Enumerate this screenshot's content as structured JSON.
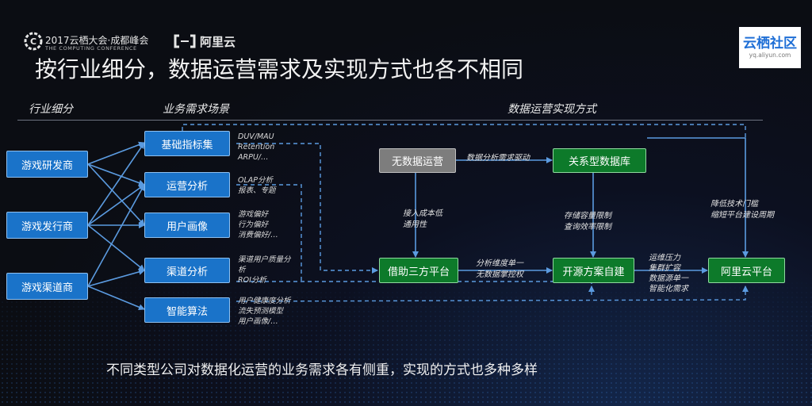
{
  "header": {
    "event_title": "2017云栖大会·成都峰会",
    "event_subtitle": "THE COMPUTING CONFERENCE",
    "brand": "阿里云",
    "badge_main": "云栖社区",
    "badge_sub": "yq.aliyun.com"
  },
  "title": "按行业细分，数据运营需求及实现方式也各不相同",
  "section_headers": {
    "segments": "行业细分",
    "scenarios": "业务需求场景",
    "implementation": "数据运营实现方式"
  },
  "segments": [
    "游戏研发商",
    "游戏发行商",
    "游戏渠道商"
  ],
  "scenarios": [
    {
      "label": "基础指标集",
      "notes": [
        "DUV/MAU",
        "Retention",
        "ARPU/…"
      ]
    },
    {
      "label": "运营分析",
      "notes": [
        "OLAP分析",
        "报表、专题"
      ]
    },
    {
      "label": "用户画像",
      "notes": [
        "游戏偏好",
        "行为偏好",
        "消费偏好/…"
      ]
    },
    {
      "label": "渠道分析",
      "notes": [
        "渠道用户质量分",
        "析",
        "ROI分析"
      ]
    },
    {
      "label": "智能算法",
      "notes": [
        "用户健康度分析",
        "流失预测模型",
        "用户画像/…"
      ]
    }
  ],
  "implementation": {
    "no_ops": "无数据运营",
    "relational_db": "关系型数据库",
    "third_party": "借助三方平台",
    "open_source": "开源方案自建",
    "aliyun": "阿里云平台",
    "edge_labels": {
      "demand_driven": "数据分析需求驱动",
      "low_cost_1": "接入成本低",
      "low_cost_2": "通用性",
      "storage_1": "存储容量限制",
      "storage_2": "查询效率限制",
      "lower_threshold_1": "降低技术门槛",
      "lower_threshold_2": "缩短平台建设周期",
      "single_analysis_1": "分析维度单一",
      "single_analysis_2": "无数据掌控权",
      "ops_pressure_1": "运维压力",
      "ops_pressure_2": "集群扩容",
      "ops_pressure_3": "数据源单一",
      "ops_pressure_4": "智能化需求"
    }
  },
  "footer": "不同类型公司对数据化运营的业务需求各有侧重，实现的方式也多种多样"
}
